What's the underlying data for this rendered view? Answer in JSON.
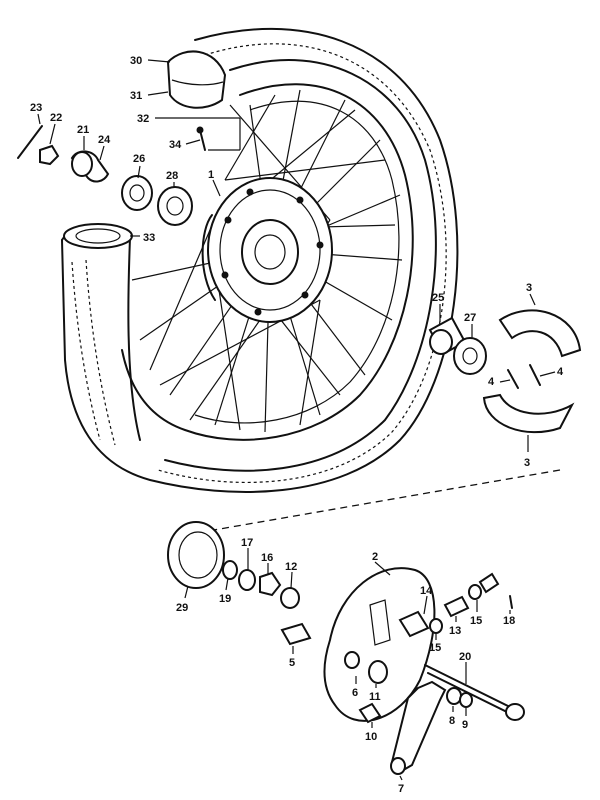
{
  "callouts": [
    {
      "id": "c30",
      "text": "30"
    },
    {
      "id": "c31",
      "text": "31"
    },
    {
      "id": "c32",
      "text": "32"
    },
    {
      "id": "c34",
      "text": "34"
    },
    {
      "id": "c23",
      "text": "23"
    },
    {
      "id": "c22",
      "text": "22"
    },
    {
      "id": "c21",
      "text": "21"
    },
    {
      "id": "c24",
      "text": "24"
    },
    {
      "id": "c26",
      "text": "26"
    },
    {
      "id": "c28",
      "text": "28"
    },
    {
      "id": "c1",
      "text": "1"
    },
    {
      "id": "c33",
      "text": "33"
    },
    {
      "id": "c25",
      "text": "25"
    },
    {
      "id": "c27",
      "text": "27"
    },
    {
      "id": "c3a",
      "text": "3"
    },
    {
      "id": "c4a",
      "text": "4"
    },
    {
      "id": "c4b",
      "text": "4"
    },
    {
      "id": "c3b",
      "text": "3"
    },
    {
      "id": "c29",
      "text": "29"
    },
    {
      "id": "c17",
      "text": "17"
    },
    {
      "id": "c16",
      "text": "16"
    },
    {
      "id": "c12",
      "text": "12"
    },
    {
      "id": "c19",
      "text": "19"
    },
    {
      "id": "c2",
      "text": "2"
    },
    {
      "id": "c14",
      "text": "14"
    },
    {
      "id": "c15a",
      "text": "15"
    },
    {
      "id": "c13",
      "text": "13"
    },
    {
      "id": "c15b",
      "text": "15"
    },
    {
      "id": "c18",
      "text": "18"
    },
    {
      "id": "c5",
      "text": "5"
    },
    {
      "id": "c20",
      "text": "20"
    },
    {
      "id": "c6",
      "text": "6"
    },
    {
      "id": "c11",
      "text": "11"
    },
    {
      "id": "c8",
      "text": "8"
    },
    {
      "id": "c9",
      "text": "9"
    },
    {
      "id": "c10",
      "text": "10"
    },
    {
      "id": "c7",
      "text": "7"
    }
  ]
}
